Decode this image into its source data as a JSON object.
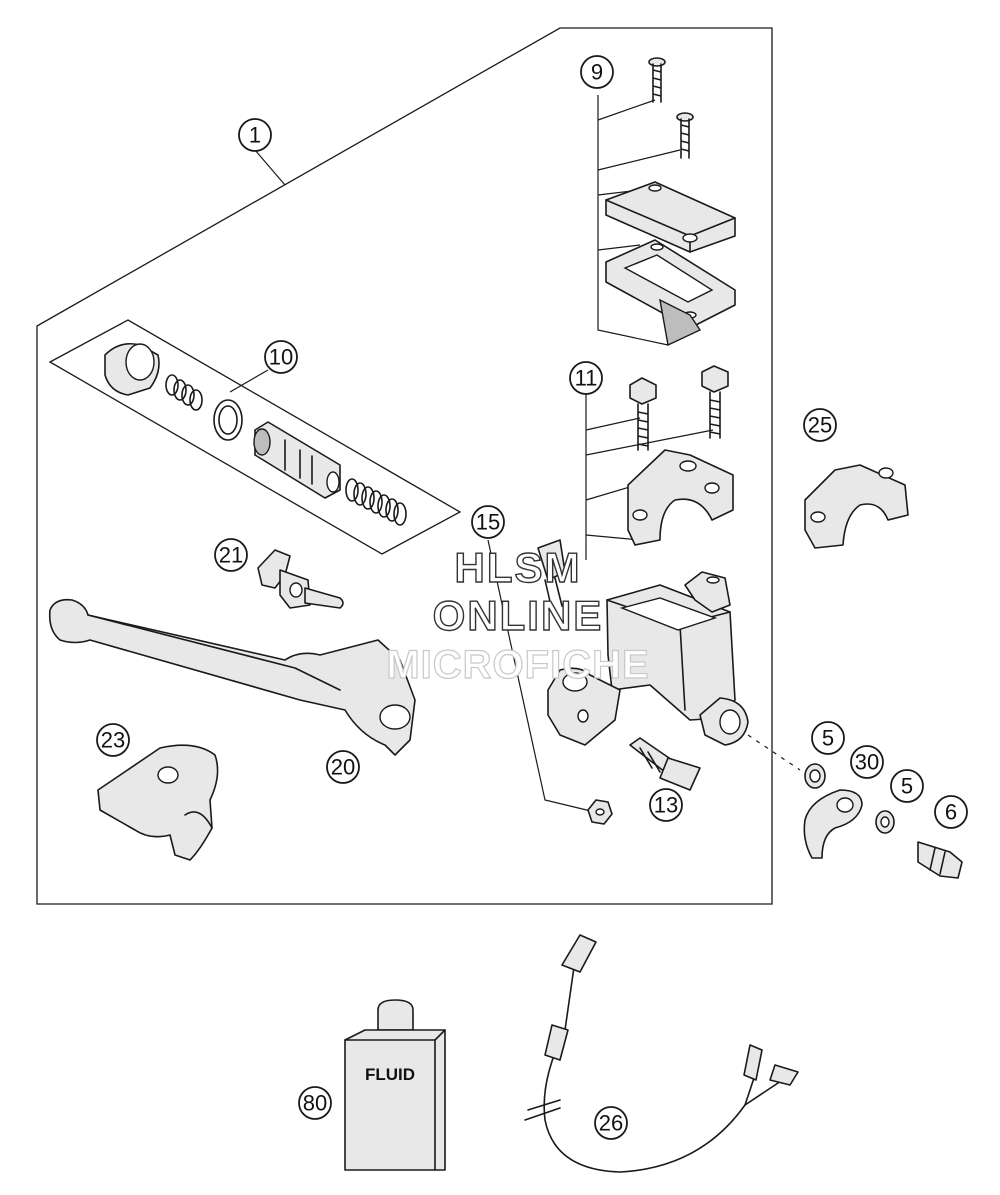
{
  "callouts": [
    {
      "id": "c1",
      "label": "1"
    },
    {
      "id": "c9",
      "label": "9"
    },
    {
      "id": "c10",
      "label": "10"
    },
    {
      "id": "c11",
      "label": "11"
    },
    {
      "id": "c15",
      "label": "15"
    },
    {
      "id": "c21",
      "label": "21"
    },
    {
      "id": "c25",
      "label": "25"
    },
    {
      "id": "c23",
      "label": "23"
    },
    {
      "id": "c20",
      "label": "20"
    },
    {
      "id": "c13",
      "label": "13"
    },
    {
      "id": "c5a",
      "label": "5"
    },
    {
      "id": "c30",
      "label": "30"
    },
    {
      "id": "c5b",
      "label": "5"
    },
    {
      "id": "c6",
      "label": "6"
    },
    {
      "id": "c80",
      "label": "80"
    },
    {
      "id": "c26",
      "label": "26"
    }
  ],
  "watermark": {
    "line1": "HLSM",
    "line2": "ONLINE",
    "line3": "MICROFICHE"
  },
  "fluid_bottle": {
    "label": "FLUID"
  }
}
